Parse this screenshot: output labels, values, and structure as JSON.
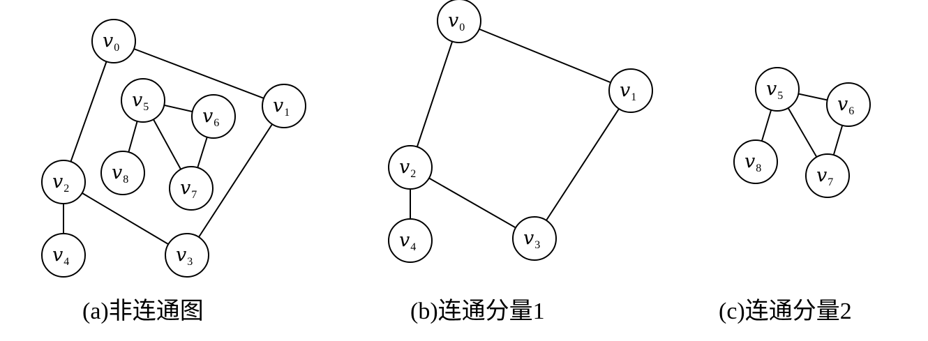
{
  "node_letter": "v",
  "panels": [
    {
      "id": "a",
      "caption": "(a)非连通图",
      "nodes": [
        {
          "id": "0",
          "label": "0"
        },
        {
          "id": "1",
          "label": "1"
        },
        {
          "id": "2",
          "label": "2"
        },
        {
          "id": "3",
          "label": "3"
        },
        {
          "id": "4",
          "label": "4"
        },
        {
          "id": "5",
          "label": "5"
        },
        {
          "id": "6",
          "label": "6"
        },
        {
          "id": "7",
          "label": "7"
        },
        {
          "id": "8",
          "label": "8"
        }
      ],
      "edges": [
        [
          "0",
          "1"
        ],
        [
          "0",
          "2"
        ],
        [
          "1",
          "3"
        ],
        [
          "2",
          "3"
        ],
        [
          "2",
          "4"
        ],
        [
          "5",
          "6"
        ],
        [
          "5",
          "7"
        ],
        [
          "5",
          "8"
        ],
        [
          "6",
          "7"
        ]
      ]
    },
    {
      "id": "b",
      "caption": "(b)连通分量1",
      "nodes": [
        {
          "id": "0",
          "label": "0"
        },
        {
          "id": "1",
          "label": "1"
        },
        {
          "id": "2",
          "label": "2"
        },
        {
          "id": "3",
          "label": "3"
        },
        {
          "id": "4",
          "label": "4"
        }
      ],
      "edges": [
        [
          "0",
          "1"
        ],
        [
          "0",
          "2"
        ],
        [
          "1",
          "3"
        ],
        [
          "2",
          "3"
        ],
        [
          "2",
          "4"
        ]
      ]
    },
    {
      "id": "c",
      "caption": "(c)连通分量2",
      "nodes": [
        {
          "id": "5",
          "label": "5"
        },
        {
          "id": "6",
          "label": "6"
        },
        {
          "id": "7",
          "label": "7"
        },
        {
          "id": "8",
          "label": "8"
        }
      ],
      "edges": [
        [
          "5",
          "6"
        ],
        [
          "5",
          "7"
        ],
        [
          "5",
          "8"
        ],
        [
          "6",
          "7"
        ]
      ]
    }
  ]
}
